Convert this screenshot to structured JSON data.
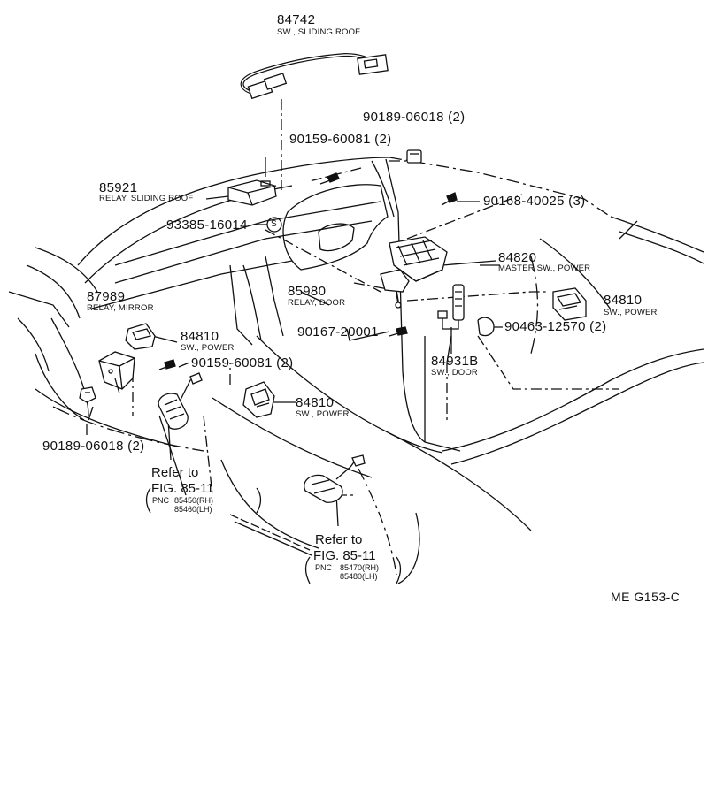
{
  "parts": {
    "p84742": {
      "number": "84742",
      "desc": "SW., SLIDING ROOF"
    },
    "p90189_top": {
      "number": "90189-06018 (2)"
    },
    "p90159_top": {
      "number": "90159-60081 (2)"
    },
    "p85921": {
      "number": "85921",
      "desc": "RELAY, SLIDING ROOF"
    },
    "p90168": {
      "number": "90168-40025 (3)"
    },
    "p93385": {
      "number": "93385-16014"
    },
    "p84820": {
      "number": "84820",
      "desc": "MASTER SW., POWER"
    },
    "p87989": {
      "number": "87989",
      "desc": "RELAY, MIRROR"
    },
    "p85980": {
      "number": "85980",
      "desc": "RELAY, DOOR"
    },
    "p84810_right": {
      "number": "84810",
      "desc": "SW., POWER"
    },
    "p84810_left": {
      "number": "84810",
      "desc": "SW., POWER"
    },
    "p90167": {
      "number": "90167-20001"
    },
    "p90463": {
      "number": "90463-12570 (2)"
    },
    "p90159_mid": {
      "number": "90159-60081 (2)"
    },
    "p84931": {
      "number": "84931B",
      "desc": "SW., DOOR"
    },
    "p84810_mid": {
      "number": "84810",
      "desc": "SW., POWER"
    },
    "p90189_bottom": {
      "number": "90189-06018 (2)"
    }
  },
  "refs": {
    "left": {
      "refer": "Refer to",
      "fig": "FIG. 85-11",
      "pnc": "PNC",
      "rh": "85450(RH)",
      "lh": "85460(LH)"
    },
    "right": {
      "refer": "Refer to",
      "fig": "FIG. 85-11",
      "pnc": "PNC",
      "rh": "85470(RH)",
      "lh": "85480(LH)"
    }
  },
  "symbol_s": "S",
  "figure_code": "ME G153-C"
}
